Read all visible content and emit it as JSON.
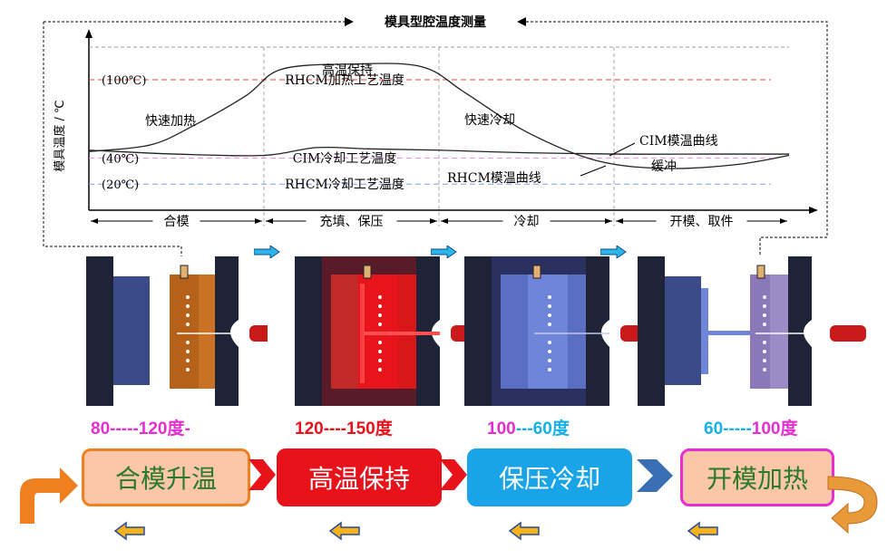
{
  "chart_data": {
    "type": "line",
    "title": "模具型腔温度测量",
    "ylabel": "模具温度 / ℃",
    "phases": [
      "合模",
      "充填、保压",
      "冷却",
      "开模、取件"
    ],
    "reference_lines": [
      {
        "label": "(100℃)",
        "name": "RHCM加热工艺温度",
        "value": 100,
        "color": "#e8474a"
      },
      {
        "label": "(40℃)",
        "name": "CIM冷却工艺温度",
        "value": 40,
        "color": "#f08af0"
      },
      {
        "label": "(20℃)",
        "name": "RHCM冷却工艺温度",
        "value": 20,
        "color": "#7aa0ea"
      }
    ],
    "annotations": [
      "快速加热",
      "高温保持",
      "快速冷却",
      "缓冲"
    ],
    "series": [
      {
        "name": "RHCM模温曲线",
        "points": [
          [
            0,
            45
          ],
          [
            0.35,
            50
          ],
          [
            0.6,
            65
          ],
          [
            0.9,
            88
          ],
          [
            1.1,
            108
          ],
          [
            1.5,
            112
          ],
          [
            1.9,
            110
          ],
          [
            2.15,
            90
          ],
          [
            2.5,
            60
          ],
          [
            2.9,
            38
          ],
          [
            3.3,
            32
          ],
          [
            3.7,
            35
          ],
          [
            4,
            42
          ]
        ]
      },
      {
        "name": "CIM模温曲线",
        "points": [
          [
            0,
            46
          ],
          [
            0.5,
            43
          ],
          [
            1,
            42
          ],
          [
            1.3,
            48
          ],
          [
            1.6,
            47
          ],
          [
            2,
            46
          ],
          [
            2.5,
            44
          ],
          [
            3,
            43
          ],
          [
            3.5,
            43
          ],
          [
            4,
            43
          ]
        ]
      }
    ],
    "grid": true
  },
  "stages": [
    {
      "range": "80-----120度-",
      "label": "合模升温"
    },
    {
      "range": "120----150度",
      "label": "高温保持"
    },
    {
      "range_a": "100",
      "range_b": "---60度",
      "label": "保压冷却"
    },
    {
      "range_a": "60-----",
      "range_b": "100度",
      "label": "开模加热"
    }
  ],
  "colors": {
    "orange": "#f4a24f",
    "red": "#e8121b",
    "blue": "#1aa4e8",
    "pink": "#ffc4a8",
    "magenta": "#e62ed0",
    "cyan": "#16b0e8"
  }
}
